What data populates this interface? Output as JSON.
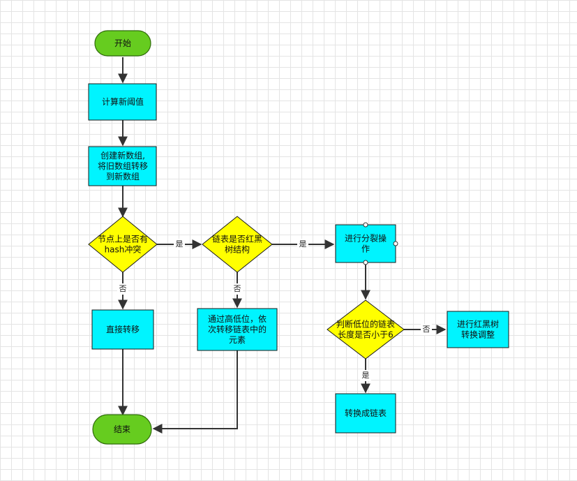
{
  "colors": {
    "process_fill": "#00f4ff",
    "decision_fill": "#ffff00",
    "terminal_fill": "#66cc1f",
    "edge": "#333333"
  },
  "nodes": {
    "start": {
      "lines": [
        "开始"
      ]
    },
    "compute_threshold": {
      "lines": [
        "计算新阈值"
      ]
    },
    "create_array": {
      "lines": [
        "创建新数组,",
        "将旧数组转移",
        "到新数组"
      ]
    },
    "hash_collision": {
      "lines": [
        "节点上是否有",
        "hash冲突"
      ]
    },
    "is_red_black": {
      "lines": [
        "链表是否红黑",
        "树结构"
      ]
    },
    "split_op": {
      "lines": [
        "进行分裂操",
        "作"
      ]
    },
    "direct_move": {
      "lines": [
        "直接转移"
      ]
    },
    "move_by_bits": {
      "lines": [
        "通过高低位，依",
        "次转移链表中的",
        "元素"
      ]
    },
    "check_length": {
      "lines": [
        "判断低位的链表",
        "长度是否小于6"
      ]
    },
    "adjust_tree": {
      "lines": [
        "进行红黑树",
        "转换调整"
      ]
    },
    "to_list": {
      "lines": [
        "转换成链表"
      ]
    },
    "end": {
      "lines": [
        "结束"
      ]
    }
  },
  "edge_labels": {
    "collision_yes": "是",
    "collision_no": "否",
    "rb_yes": "是",
    "rb_no": "否",
    "length_no": "否",
    "length_yes": "是"
  }
}
